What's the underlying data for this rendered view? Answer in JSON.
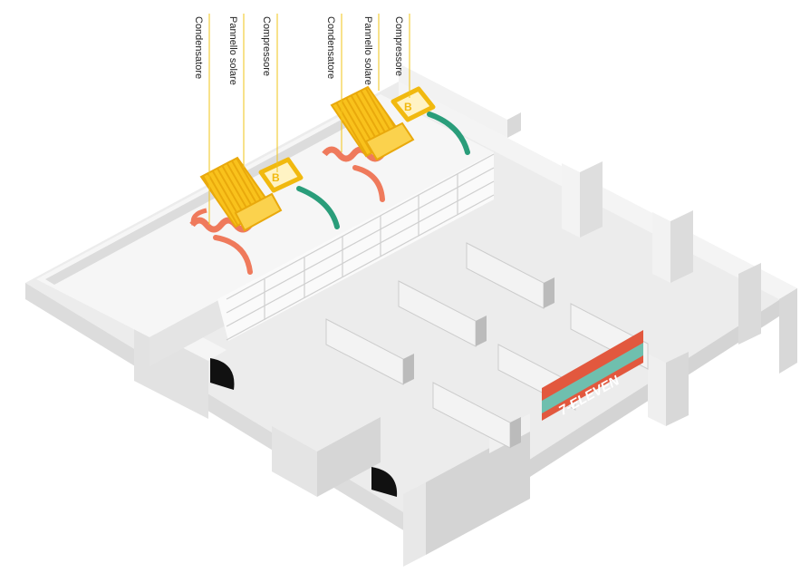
{
  "labels": {
    "left_group": {
      "condenser": "Condensatore",
      "solar_panel": "Pannello solare",
      "compressor": "Compressore"
    },
    "right_group": {
      "condenser": "Condensatore",
      "solar_panel": "Pannello solare",
      "compressor": "Compressore"
    }
  },
  "store_sign": "7-ELEVEN",
  "colors": {
    "callout_line": "#f2c417",
    "solar_panel": "#f9c21c",
    "condenser": "#ef7a5c",
    "pipe": "#2a9d7a",
    "sign_red": "#e2583e",
    "sign_teal": "#6fbfae",
    "floor": "#ececec",
    "wall_light": "#f6f6f6",
    "wall_dark": "#d6d6d6"
  }
}
